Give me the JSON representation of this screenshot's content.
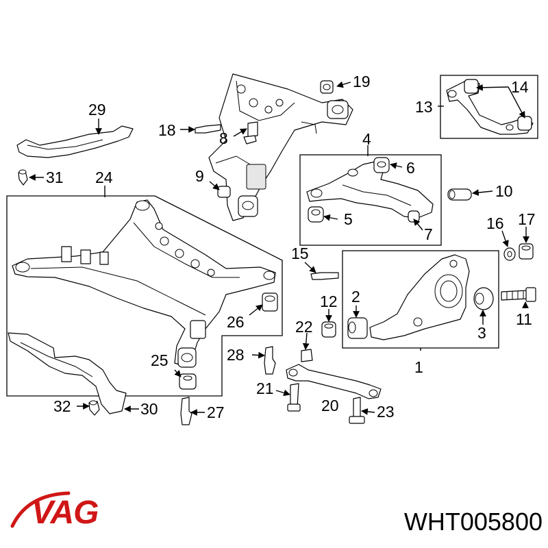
{
  "callouts": {
    "c1": "1",
    "c2": "2",
    "c3": "3",
    "c4": "4",
    "c5": "5",
    "c6": "6",
    "c7": "7",
    "c8": "8",
    "c9": "9",
    "c10": "10",
    "c11": "11",
    "c12": "12",
    "c13": "13",
    "c14": "14",
    "c15": "15",
    "c16": "16",
    "c17": "17",
    "c18": "18",
    "c19": "19",
    "c20": "20",
    "c21": "21",
    "c22": "22",
    "c23": "23",
    "c24": "24",
    "c25": "25",
    "c26": "26",
    "c27": "27",
    "c28": "28",
    "c29": "29",
    "c30": "30",
    "c31": "31",
    "c32": "32"
  },
  "brand": {
    "logo_text": "VAG",
    "logo_color": "#d01616"
  },
  "part_number": "WHT005800"
}
